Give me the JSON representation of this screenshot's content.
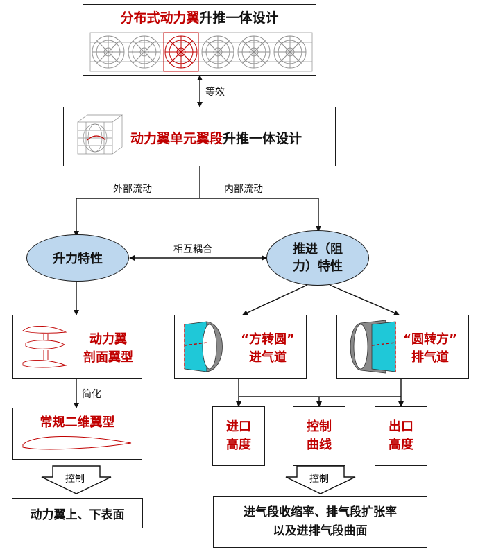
{
  "top_box": {
    "title_red": "分布式动力翼",
    "title_black": "升推一体设计"
  },
  "equiv_label": "等效",
  "unit_box": {
    "title_red": "动力翼单元翼段",
    "title_black": "升推一体设计"
  },
  "branch_left_label": "外部流动",
  "branch_right_label": "内部流动",
  "lift_node": {
    "label": "升力特性"
  },
  "thrust_node": {
    "line1": "推进（阻",
    "line2": "力）特性"
  },
  "coupling_label": "相互耦合",
  "airfoil_box": {
    "line1": "动力翼",
    "line2": "剖面翼型"
  },
  "inlet_box": {
    "line1": "“方转圆”",
    "line2": "进气道"
  },
  "exhaust_box": {
    "line1": "“圆转方”",
    "line2": "排气道"
  },
  "simplify_label": "简化",
  "conventional_box": {
    "title": "常规二维翼型"
  },
  "inlet_height_box": {
    "line1": "进口",
    "line2": "高度"
  },
  "control_curve_box": {
    "line1": "控制",
    "line2": "曲线"
  },
  "outlet_height_box": {
    "line1": "出口",
    "line2": "高度"
  },
  "control_label_left": "控制",
  "control_label_right": "控制",
  "surface_box": {
    "label": "动力翼上、下表面"
  },
  "result_box": {
    "line1": "进气段收缩率、排气段扩张率",
    "line2": "以及进排气段曲面"
  },
  "colors": {
    "accent_red": "#c00000",
    "node_fill": "#bdd7ee",
    "duct_cyan": "#1fc8d8",
    "duct_gray": "#8a8a8a"
  }
}
